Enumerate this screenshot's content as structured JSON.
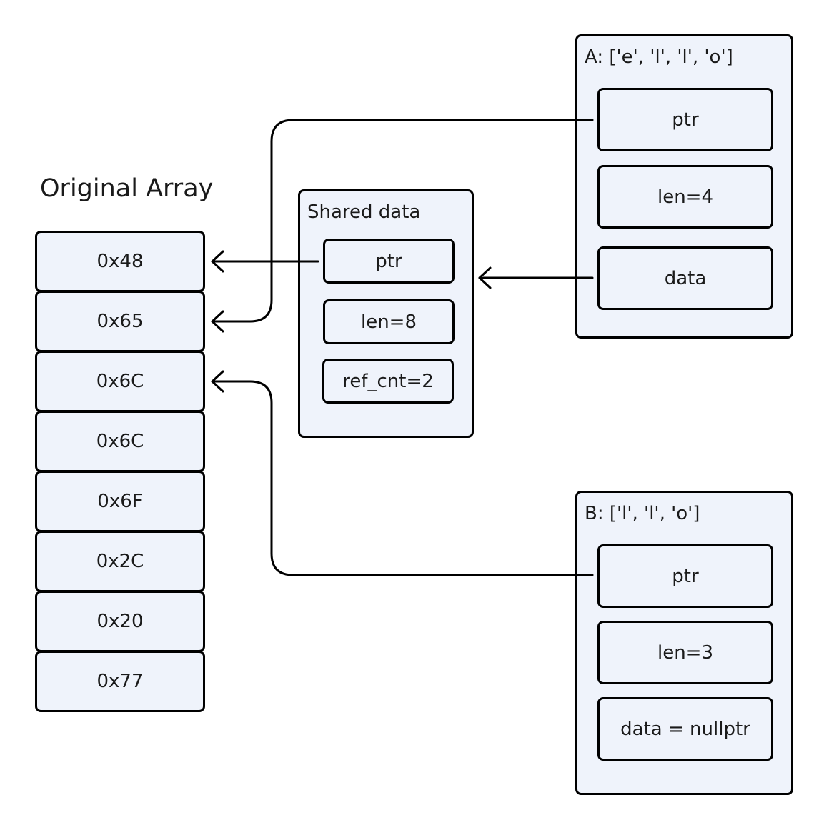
{
  "original_array": {
    "title": "Original Array",
    "cells": [
      "0x48",
      "0x65",
      "0x6C",
      "0x6C",
      "0x6F",
      "0x2C",
      "0x20",
      "0x77"
    ]
  },
  "shared_data": {
    "label": "Shared data",
    "fields": {
      "ptr": "ptr",
      "len": "len=8",
      "ref_cnt": "ref_cnt=2"
    }
  },
  "string_a": {
    "label": "A: ['e', 'l', 'l', 'o']",
    "fields": {
      "ptr": "ptr",
      "len": "len=4",
      "data": "data"
    }
  },
  "string_b": {
    "label": "B: ['l', 'l', 'o']",
    "fields": {
      "ptr": "ptr",
      "len": "len=3",
      "data": "data = nullptr"
    }
  },
  "colors": {
    "box_fill": "#eff3fb",
    "stroke": "#000000"
  }
}
